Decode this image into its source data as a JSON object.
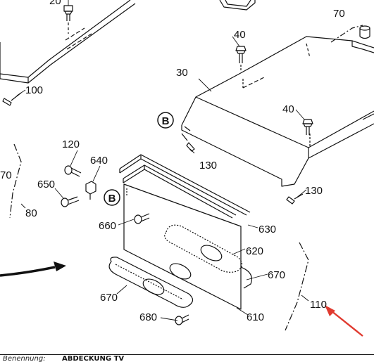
{
  "diagram": {
    "callouts": {
      "c20": "20",
      "c40a": "40",
      "c40b": "40",
      "c30": "30",
      "c70a": "70",
      "c70b": "70",
      "c80": "80",
      "c100": "100",
      "c110": "110",
      "c120": "120",
      "c130a": "130",
      "c130b": "130",
      "c610": "610",
      "c620": "620",
      "c630": "630",
      "c640": "640",
      "c650": "650",
      "c660": "660",
      "c670a": "670",
      "c670b": "670",
      "c680": "680"
    },
    "marker_b1": "B",
    "marker_b2": "B",
    "arrow_color": "#e03a2f"
  },
  "footer": {
    "field_label": "Benennung:",
    "field_value": "ABDECKUNG TV"
  }
}
